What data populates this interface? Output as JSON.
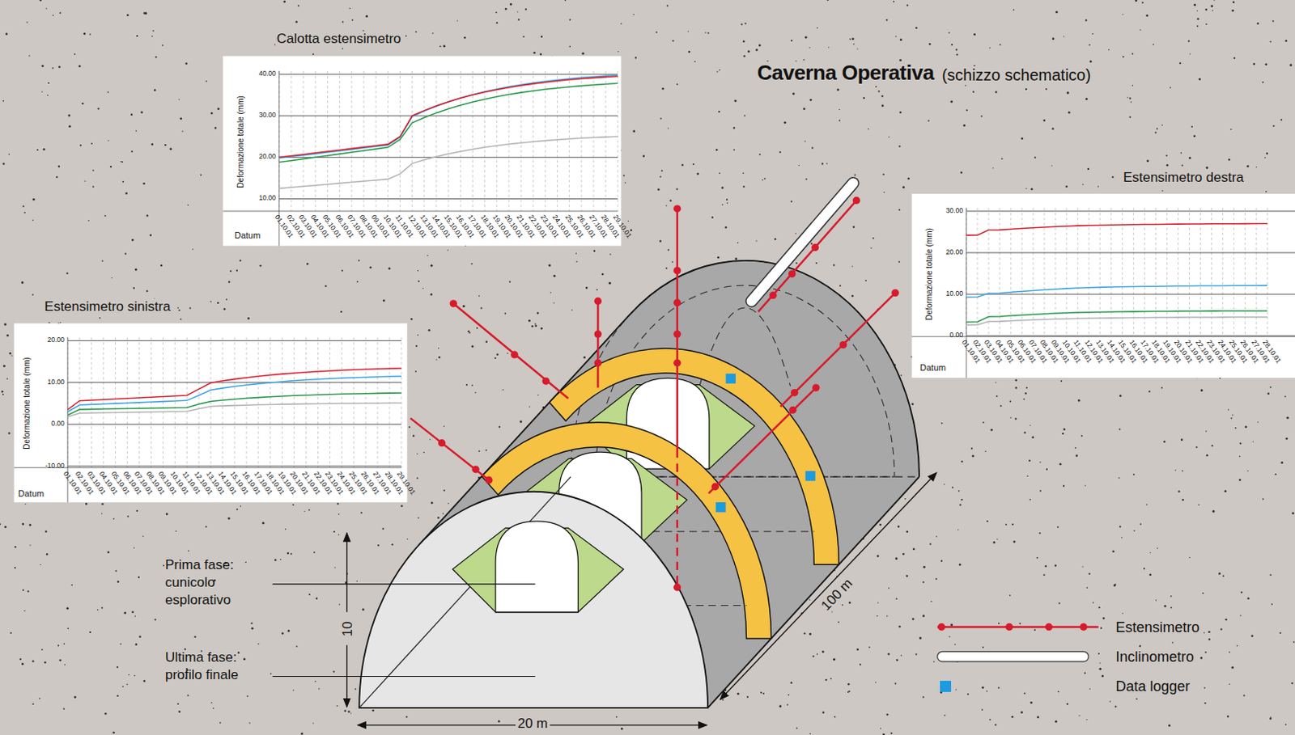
{
  "diagram": {
    "title": "Caverna Operativa",
    "nodes": [
      {
        "text": [
          "Calotta estensimetro",
          "Deformazione totale (mm)",
          "Datum"
        ]
      },
      {
        "text": [
          "Estensimetro sinistra",
          "Deformazione totale (mm)",
          "Datum"
        ]
      },
      {
        "text": [
          "Estensimetro destra",
          "Deformazione totale (mm)",
          "Datum"
        ]
      }
    ],
    "labels": [
      "(schizzo schematico)",
      "40.00",
      "30.00",
      "20.00",
      "10.00",
      "01.10.01",
      "02.10.01",
      "03.10.01",
      "04.10.01",
      "05.10.01",
      "06.10.01",
      "07.10.01",
      "08.10.01",
      "09.10.01",
      "10.10.01",
      "11.10.01",
      "12.10.01",
      "13.10.01",
      "14.10.01",
      "15.10.01",
      "16.10.01",
      "17.10.01",
      "18.10.01",
      "19.10.01",
      "20.10.01",
      "21.10.01",
      "22.10.01",
      "23.10.01",
      "24.10.01",
      "25.10.01",
      "26.10.01",
      "27.10.01",
      "28.10.01",
      "29.10.01",
      "20.00",
      "10.00",
      "0.00",
      "-10.00",
      "01.10.01",
      "02.10.01",
      "03.10.01",
      "04.10.01",
      "05.10.01",
      "06.10.01",
      "07.10.01",
      "08.10.01",
      "09.10.01",
      "10.10.01",
      "11.10.01",
      "12.10.01",
      "13.10.01",
      "14.10.01",
      "15.10.01",
      "16.10.01",
      "17.10.01",
      "18.10.01",
      "19.10.01",
      "20.10.01",
      "21.10.01",
      "22.10.01",
      "23.10.01",
      "24.10.01",
      "25.10.01",
      "26.10.01",
      "27.10.01",
      "28.10.01",
      "29.10.01",
      "30.00",
      "20.00",
      "10.00",
      "0.00",
      "01.10.01",
      "02.10.01",
      "03.10.01",
      "04.10.01",
      "05.10.01",
      "06.10.01",
      "07.10.01",
      "08.10.01",
      "09.10.01",
      "10.10.01",
      "11.10.01",
      "12.10.01",
      "13.10.01",
      "14.10.01",
      "15.10.01",
      "16.10.01",
      "17.10.01",
      "18.10.01",
      "19.10.01",
      "20.10.01",
      "21.10.01",
      "22.10.01",
      "23.10.01",
      "24.10.01",
      "25.10.01",
      "26.10.01",
      "27.10.01",
      "28.10.01",
      "Prima fase: cunicolo esplorativo",
      "Ultima fase: profilo finale",
      "10",
      "20 m",
      "100 m"
    ],
    "legend": [
      {
        "text": "Estensimetro"
      },
      {
        "text": "Inclinometro"
      },
      {
        "text": "Data logger",
        "color": "#1d9be0"
      }
    ]
  }
}
